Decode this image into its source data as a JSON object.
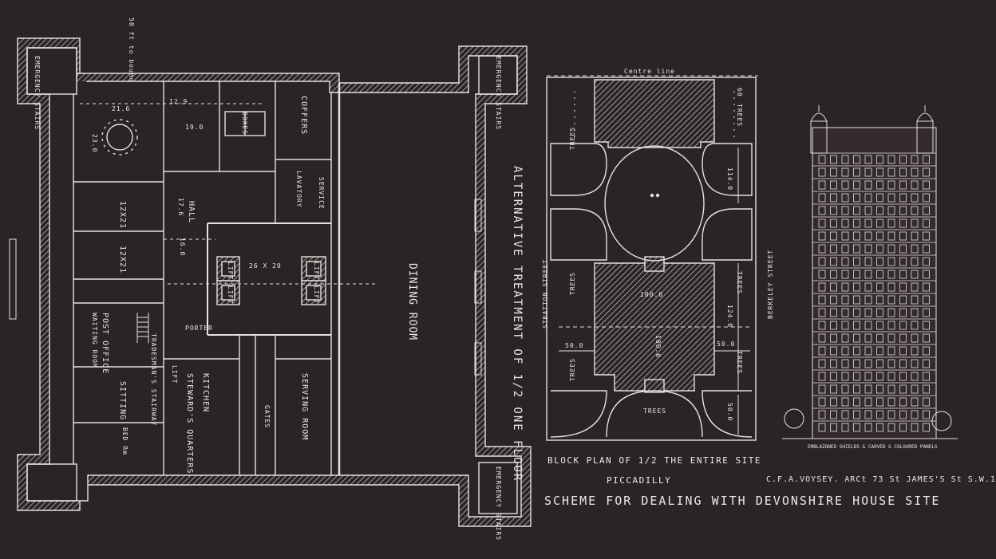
{
  "colors": {
    "background": "#2b2426",
    "line": "#e6e1de",
    "hatch": "#bdb6b3"
  },
  "floor_plan": {
    "emergency_stairs": "EMERGENCY STAIRS",
    "dim_top": "50 ft to bound",
    "dim_21_6": "21.6",
    "dim_23_0": "23.0",
    "dim_12_9": "12.9",
    "dim_19_0": "19.0",
    "boxes_label": "BOXES",
    "coffers": "COFFERS",
    "lavatory": "LAVATORY",
    "service": "SERVICE",
    "dim_12x21_a": "12X21",
    "dim_12x21_b": "12X21",
    "hall": "HALL",
    "dim_17_6": "17.6",
    "dim_16_0": "16.0",
    "lift_1": "LIFT",
    "lift_2": "LIFT",
    "lift_3": "LIFT",
    "lift_4": "LIFT",
    "lift_5": "LIFT",
    "dim_26x20": "26 X 20",
    "dining_room": "DINING ROOM",
    "post_office": "POST OFFICE",
    "waiting_room": "WAITING ROOM",
    "porter": "PORTER",
    "tradesmans_stairway": "TRADESMAN'S STAIRWAY",
    "kitchen": "KITCHEN",
    "stewards_quarters": "STEWARD'S QUARTERS",
    "sitting": "SITTING",
    "bed": "BED Rm",
    "gates": "GATES",
    "serving_room": "SERVING ROOM"
  },
  "alternative_treatment": "ALTERNATIVE TREATMENT OF 1/2 ONE FLOOR",
  "block_plan": {
    "centre_line": "Centre line",
    "trees": "TREES",
    "stratton_street": "STRATTON STREET",
    "berkeley_street": "BERKELEY STREET",
    "dim_60": "60",
    "dim_114": "114.0",
    "dim_100_a": "100.0",
    "dim_100_b": "100.0",
    "dim_124": "124.0",
    "dim_50_a": "50.0",
    "dim_50_b": "50.0",
    "dim_50_c": "50.0",
    "caption": "BLOCK PLAN OF 1/2 THE ENTIRE SITE",
    "piccadilly": "PICCADILLY"
  },
  "elevation": {
    "note": "EMBLAZONED SHIELDS & CARVED & COLOURED PANELS",
    "signature": "C.F.A.VOYSEY. ARCt 73 St JAMES'S St S.W.1"
  },
  "scheme_title": "SCHEME FOR DEALING WITH DEVONSHIRE HOUSE SITE"
}
